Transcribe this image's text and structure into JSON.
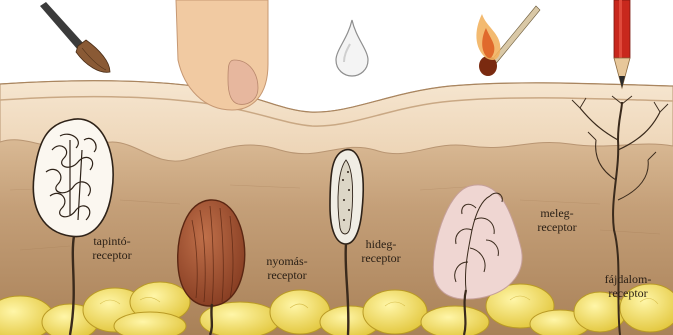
{
  "title": "",
  "receptors": [
    {
      "id": "tapinto",
      "line1": "tapintó-",
      "line2": "receptor"
    },
    {
      "id": "nyomus",
      "line1": "nyomás-",
      "line2": "receptor"
    },
    {
      "id": "hideg",
      "line1": "hideg-",
      "line2": "receptor"
    },
    {
      "id": "meleg",
      "line1": "meleg-",
      "line2": "receptor"
    },
    {
      "id": "fajdalom",
      "line1": "fájdalom-",
      "line2": "receptor"
    }
  ],
  "stimuli": [
    "paintbrush-icon",
    "finger-icon",
    "water-drop-icon",
    "burning-match-icon",
    "pencil-icon"
  ],
  "colors": {
    "sky": "#ffffff",
    "epidermis": "#f2dcc2",
    "dermis_light": "#efd7bc",
    "dermis": "#c5a37e",
    "dermis_dark": "#a8805a",
    "fat": "#f2df5e",
    "nerve": "#3a2a1c",
    "pressure_receptor": "#9b4f2f"
  }
}
